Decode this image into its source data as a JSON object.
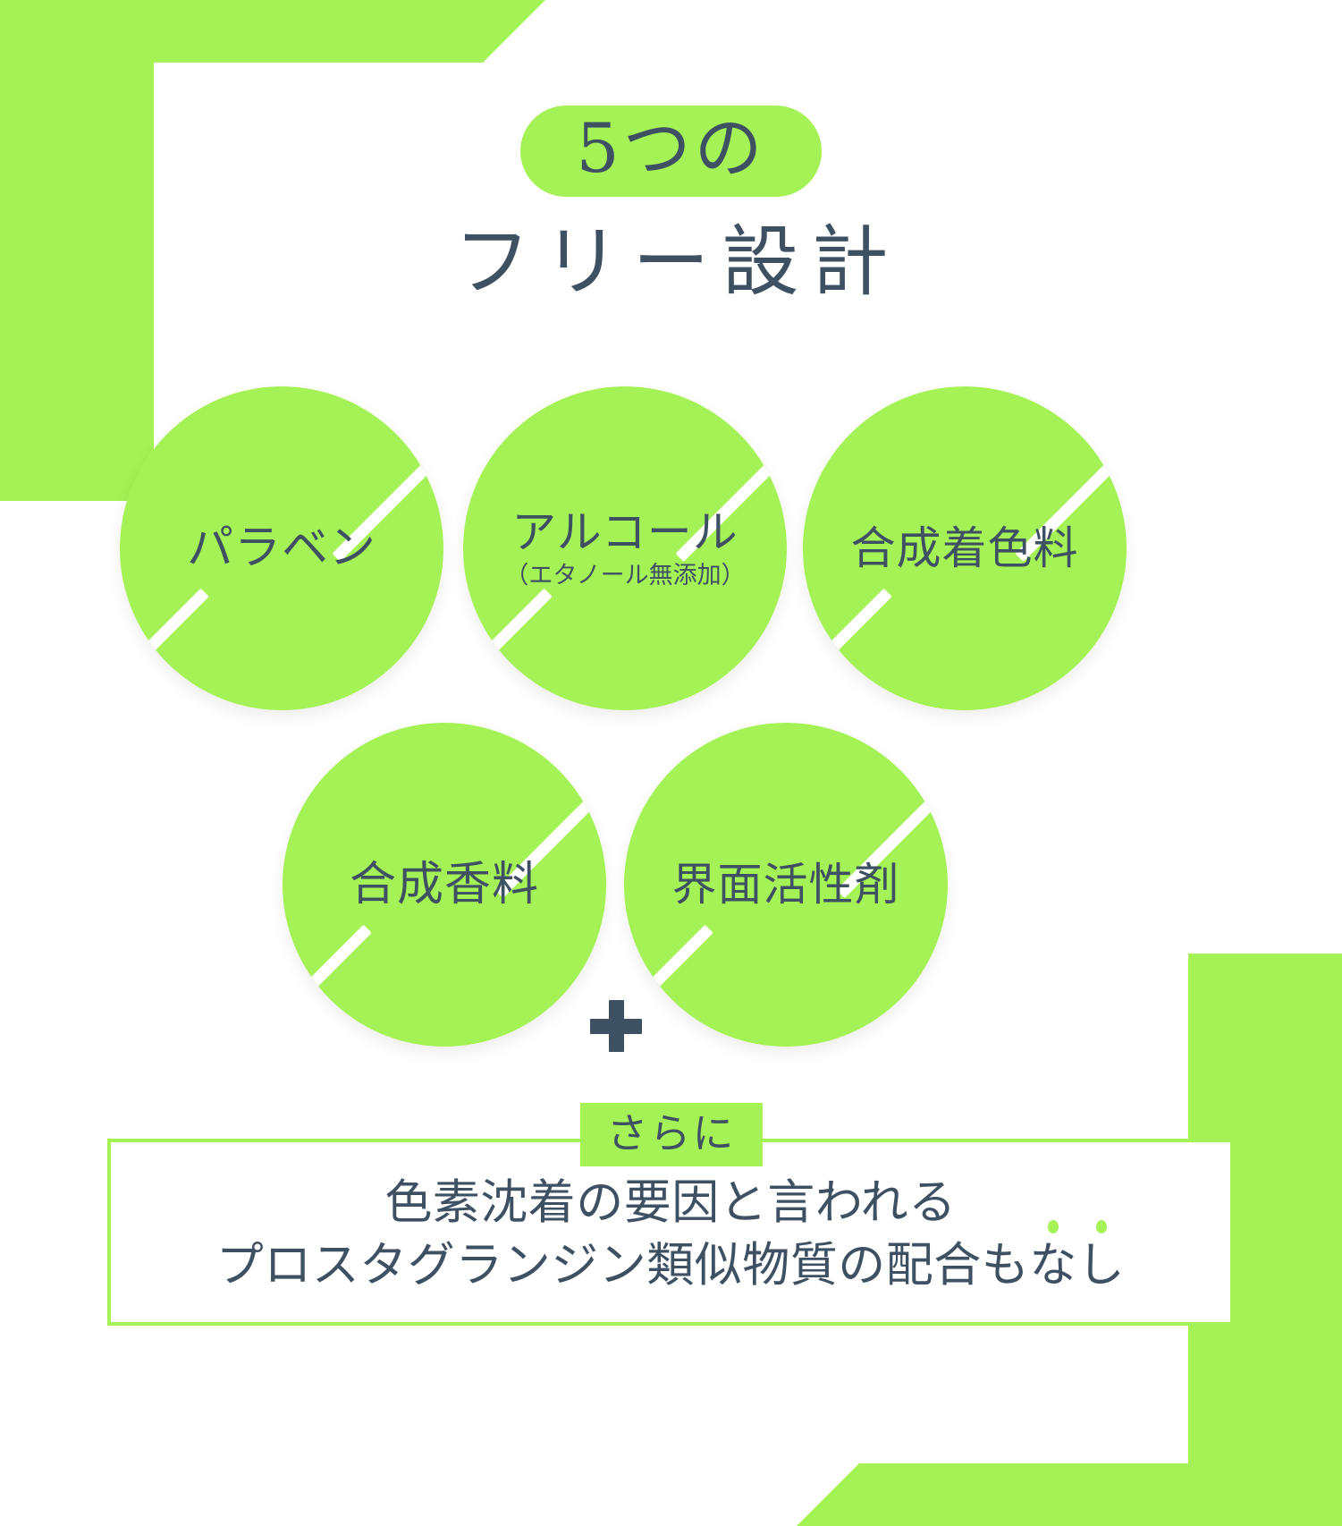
{
  "colors": {
    "accent_green": "#a4f255",
    "text_navy": "#3e5163",
    "background": "#ffffff"
  },
  "header": {
    "count_badge": "5つの",
    "title": "フリー設計"
  },
  "free_items": [
    {
      "title": "パラベン",
      "subtitle": ""
    },
    {
      "title": "アルコール",
      "subtitle": "（エタノール無添加）"
    },
    {
      "title": "合成着色料",
      "subtitle": ""
    },
    {
      "title": "合成香料",
      "subtitle": ""
    },
    {
      "title": "界面活性剤",
      "subtitle": ""
    }
  ],
  "plus_symbol": "+",
  "note": {
    "chip_label": "さらに",
    "line1": "色素沈着の要因と言われる",
    "line2_a": "プロスタグランジン類似物質の配合も",
    "line2_emphasis_1": "な",
    "line2_emphasis_2": "し"
  }
}
